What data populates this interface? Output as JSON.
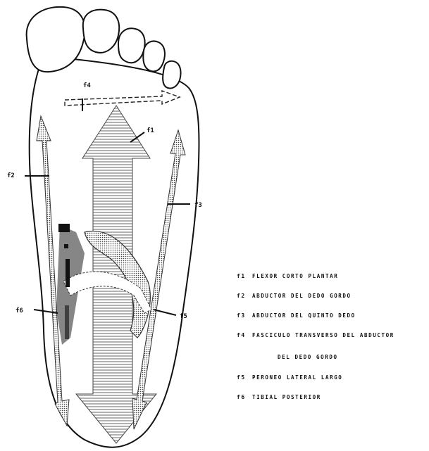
{
  "forces": [
    {
      "id": "f1",
      "label": "f1"
    },
    {
      "id": "f2",
      "label": "f2"
    },
    {
      "id": "f3",
      "label": "f3"
    },
    {
      "id": "f4",
      "label": "f4"
    },
    {
      "id": "f5",
      "label": "f5"
    },
    {
      "id": "f6",
      "label": "f6"
    }
  ],
  "legend": {
    "items": [
      {
        "code": "f1",
        "text": "FLEXOR CORTO PLANTAR"
      },
      {
        "code": "f2",
        "text": "ABDUCTOR DEL DEDO GORDO"
      },
      {
        "code": "f3",
        "text": "ABDUCTOR DEL QUINTO DEDO"
      },
      {
        "code": "f4",
        "text": "FASCICULO TRANSVERSO DEL ABDUCTOR"
      },
      {
        "code": "",
        "text": "DEL DEDO GORDO"
      },
      {
        "code": "f5",
        "text": "PERONEO LATERAL LARGO"
      },
      {
        "code": "f6",
        "text": "TIBIAL POSTERIOR"
      }
    ]
  }
}
